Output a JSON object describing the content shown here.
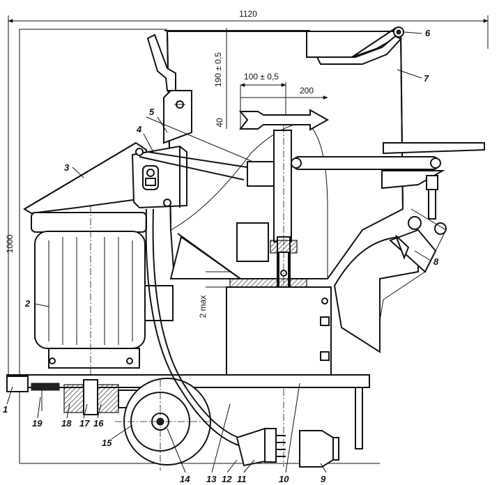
{
  "dimensions": {
    "overall_width": "1120",
    "overall_height": "1000",
    "vertical_offset": "190 ± 0,5",
    "horizontal_offset": "100 ± 0,5",
    "shift_length": "200",
    "plate_height": "40",
    "gap": "2 max"
  },
  "callouts": {
    "c1": "1",
    "c2": "2",
    "c3": "3",
    "c4": "4",
    "c5": "5",
    "c6": "6",
    "c7": "7",
    "c8": "8",
    "c9": "9",
    "c10": "10",
    "c11": "11",
    "c12": "12",
    "c13": "13",
    "c14": "14",
    "c15": "15",
    "c16": "16",
    "c17": "17",
    "c18": "18",
    "c19": "19"
  }
}
